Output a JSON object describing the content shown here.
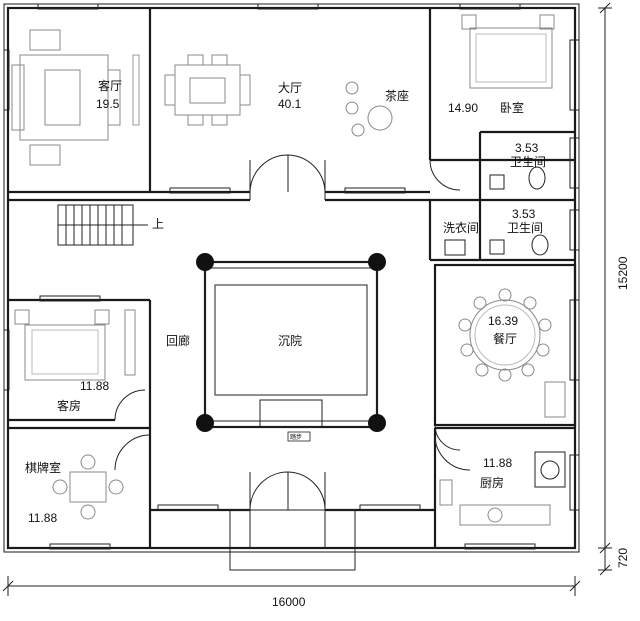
{
  "rooms": {
    "living_room": {
      "label": "客厅",
      "area": "19.5"
    },
    "hall": {
      "label": "大厅",
      "area": "40.1"
    },
    "tea": {
      "label": "茶座"
    },
    "bedroom": {
      "label": "卧室",
      "area": "14.90"
    },
    "bath1": {
      "label": "卫生间",
      "area": "3.53"
    },
    "bath2": {
      "label": "卫生间",
      "area": "3.53"
    },
    "laundry": {
      "label": "洗衣间"
    },
    "courtyard": {
      "label": "沉院"
    },
    "corridor": {
      "label": "回廊"
    },
    "guest_room": {
      "label": "客房",
      "area": "11.88"
    },
    "dining": {
      "label": "餐厅",
      "area": "16.39"
    },
    "chess_room": {
      "label": "棋牌室",
      "area": "11.88"
    },
    "kitchen": {
      "label": "厨房",
      "area": "11.88"
    }
  },
  "stair_label": "上",
  "courtyard_tag": "踏步",
  "dimensions": {
    "width": "16000",
    "height": "15200",
    "porch": "720"
  }
}
